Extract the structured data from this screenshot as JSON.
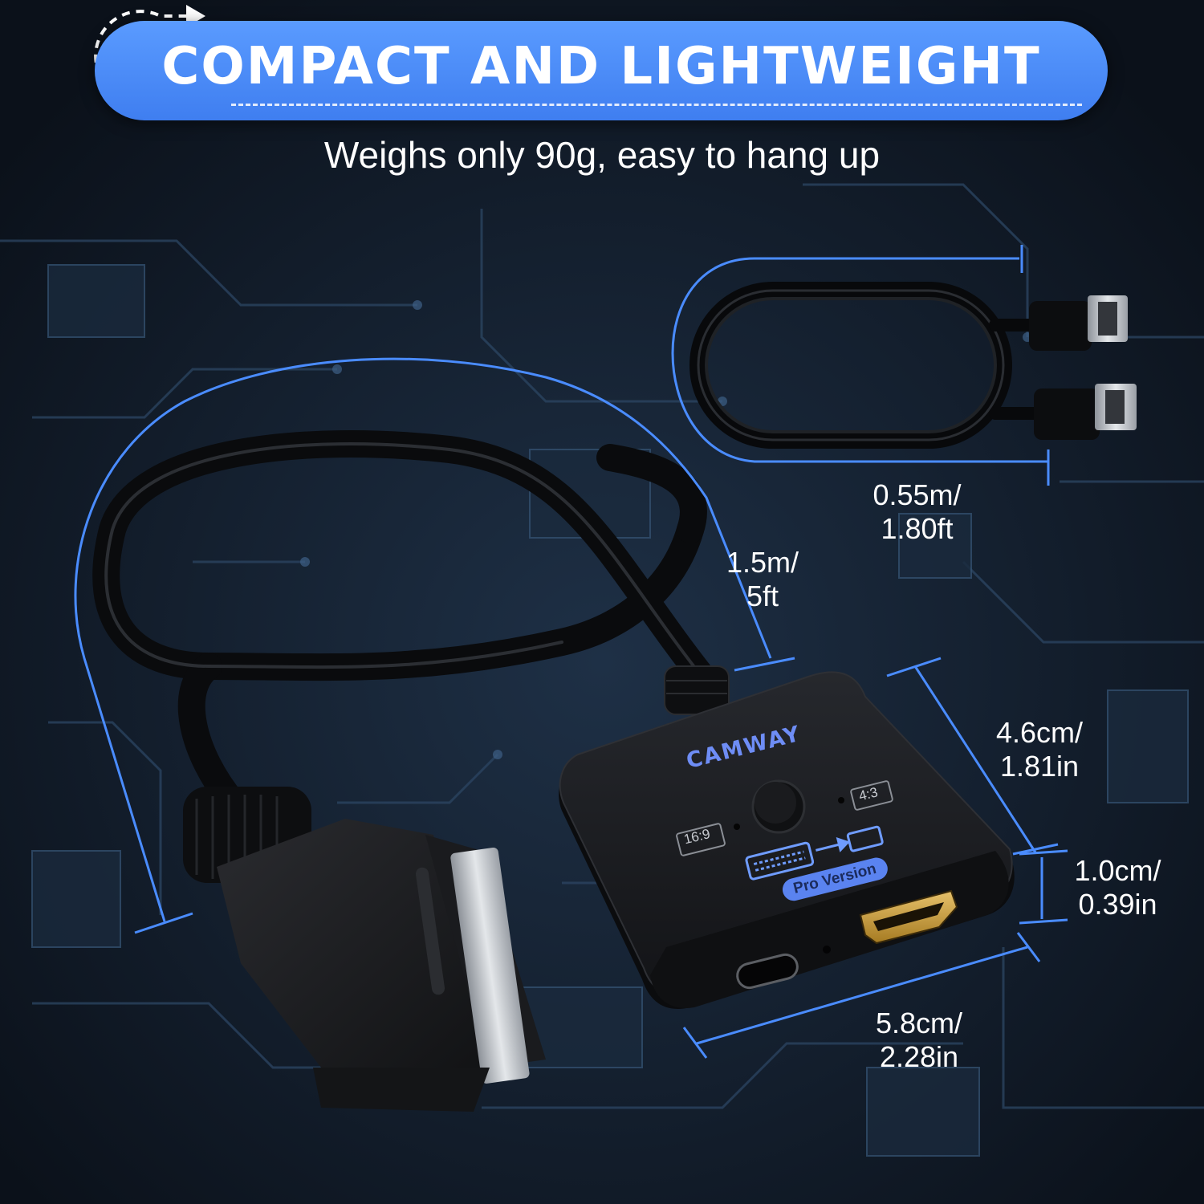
{
  "header": {
    "title": "COMPACT AND LIGHTWEIGHT",
    "subtitle": "Weighs only 90g, easy to hang up"
  },
  "product": {
    "brand": "CAMWAY",
    "ratio_left": "16:9",
    "ratio_right": "4:3",
    "badge": "Pro Version"
  },
  "dimensions": {
    "hdmi_cable": {
      "line1": "0.55m/",
      "line2": "1.80ft"
    },
    "scart_cable": {
      "line1": "1.5m/",
      "line2": "5ft"
    },
    "depth": {
      "line1": "4.6cm/",
      "line2": "1.81in"
    },
    "height": {
      "line1": "1.0cm/",
      "line2": "0.39in"
    },
    "width": {
      "line1": "5.8cm/",
      "line2": "2.28in"
    }
  },
  "colors": {
    "accent": "#4a8cff",
    "background": "#0f1722",
    "device": "#17181b"
  }
}
